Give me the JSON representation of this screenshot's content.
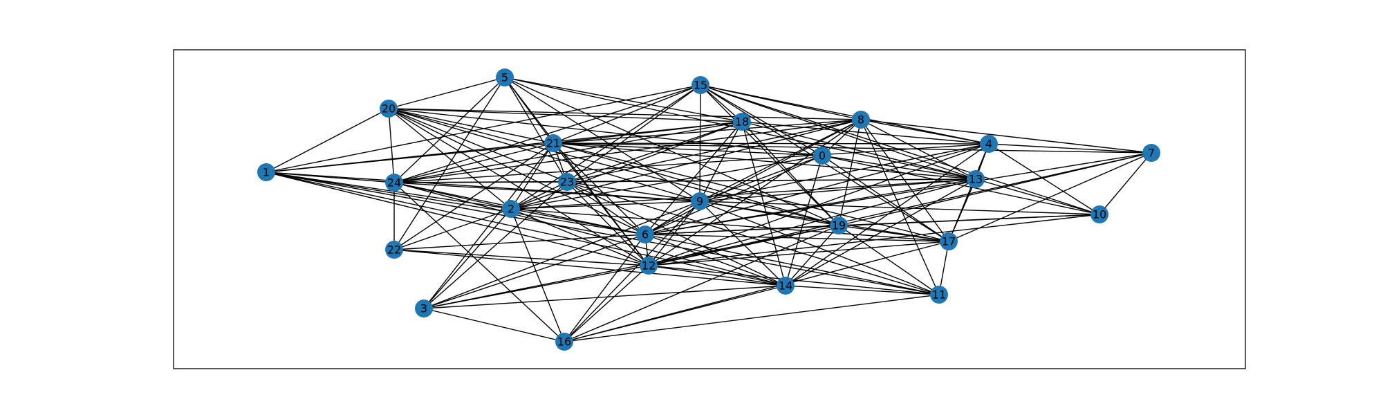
{
  "node_color": "#1f77b4",
  "edge_color": "#000000",
  "nodes": [
    "0",
    "1",
    "2",
    "3",
    "4",
    "5",
    "6",
    "7",
    "8",
    "9",
    "10",
    "11",
    "12",
    "13",
    "14",
    "15",
    "16",
    "17",
    "18",
    "19",
    "20",
    "21",
    "22",
    "23",
    "24"
  ],
  "edges": [
    [
      "1",
      "20"
    ],
    [
      "1",
      "21"
    ],
    [
      "1",
      "24"
    ],
    [
      "1",
      "15"
    ],
    [
      "1",
      "18"
    ],
    [
      "1",
      "9"
    ],
    [
      "1",
      "2"
    ],
    [
      "1",
      "6"
    ],
    [
      "1",
      "12"
    ],
    [
      "1",
      "14"
    ],
    [
      "1",
      "11"
    ],
    [
      "20",
      "5"
    ],
    [
      "20",
      "21"
    ],
    [
      "20",
      "18"
    ],
    [
      "20",
      "8"
    ],
    [
      "20",
      "0"
    ],
    [
      "20",
      "2"
    ],
    [
      "20",
      "23"
    ],
    [
      "20",
      "9"
    ],
    [
      "20",
      "6"
    ],
    [
      "20",
      "12"
    ],
    [
      "20",
      "19"
    ],
    [
      "20",
      "24"
    ],
    [
      "5",
      "21"
    ],
    [
      "5",
      "24"
    ],
    [
      "5",
      "22"
    ],
    [
      "5",
      "23"
    ],
    [
      "5",
      "18"
    ],
    [
      "5",
      "9"
    ],
    [
      "5",
      "19"
    ],
    [
      "5",
      "12"
    ],
    [
      "5",
      "13"
    ],
    [
      "15",
      "21"
    ],
    [
      "15",
      "24"
    ],
    [
      "15",
      "23"
    ],
    [
      "15",
      "2"
    ],
    [
      "15",
      "9"
    ],
    [
      "15",
      "18"
    ],
    [
      "15",
      "8"
    ],
    [
      "15",
      "4"
    ],
    [
      "15",
      "13"
    ],
    [
      "15",
      "19"
    ],
    [
      "15",
      "0"
    ],
    [
      "15",
      "10"
    ],
    [
      "15",
      "17"
    ],
    [
      "18",
      "21"
    ],
    [
      "18",
      "24"
    ],
    [
      "18",
      "23"
    ],
    [
      "18",
      "2"
    ],
    [
      "18",
      "9"
    ],
    [
      "18",
      "6"
    ],
    [
      "18",
      "14"
    ],
    [
      "18",
      "19"
    ],
    [
      "18",
      "4"
    ],
    [
      "18",
      "13"
    ],
    [
      "8",
      "21"
    ],
    [
      "8",
      "24"
    ],
    [
      "8",
      "2"
    ],
    [
      "8",
      "23"
    ],
    [
      "8",
      "9"
    ],
    [
      "8",
      "6"
    ],
    [
      "8",
      "0"
    ],
    [
      "8",
      "4"
    ],
    [
      "8",
      "7"
    ],
    [
      "8",
      "13"
    ],
    [
      "8",
      "19"
    ],
    [
      "8",
      "17"
    ],
    [
      "8",
      "11"
    ],
    [
      "8",
      "12"
    ],
    [
      "4",
      "21"
    ],
    [
      "4",
      "24"
    ],
    [
      "4",
      "9"
    ],
    [
      "4",
      "6"
    ],
    [
      "4",
      "12"
    ],
    [
      "4",
      "14"
    ],
    [
      "4",
      "13"
    ],
    [
      "4",
      "17"
    ],
    [
      "4",
      "7"
    ],
    [
      "4",
      "10"
    ],
    [
      "7",
      "21"
    ],
    [
      "7",
      "6"
    ],
    [
      "7",
      "19"
    ],
    [
      "7",
      "12"
    ],
    [
      "7",
      "10"
    ],
    [
      "7",
      "17"
    ],
    [
      "21",
      "24"
    ],
    [
      "21",
      "22"
    ],
    [
      "21",
      "23"
    ],
    [
      "21",
      "2"
    ],
    [
      "21",
      "3"
    ],
    [
      "21",
      "0"
    ],
    [
      "21",
      "13"
    ],
    [
      "21",
      "6"
    ],
    [
      "21",
      "12"
    ],
    [
      "21",
      "19"
    ],
    [
      "21",
      "17"
    ],
    [
      "0",
      "2"
    ],
    [
      "0",
      "9"
    ],
    [
      "0",
      "6"
    ],
    [
      "0",
      "14"
    ],
    [
      "0",
      "13"
    ],
    [
      "0",
      "17"
    ],
    [
      "0",
      "10"
    ],
    [
      "24",
      "23"
    ],
    [
      "24",
      "22"
    ],
    [
      "24",
      "9"
    ],
    [
      "24",
      "2"
    ],
    [
      "24",
      "6"
    ],
    [
      "24",
      "13"
    ],
    [
      "24",
      "16"
    ],
    [
      "24",
      "14"
    ],
    [
      "23",
      "2"
    ],
    [
      "23",
      "9"
    ],
    [
      "23",
      "13"
    ],
    [
      "23",
      "12"
    ],
    [
      "23",
      "6"
    ],
    [
      "23",
      "3"
    ],
    [
      "23",
      "14"
    ],
    [
      "23",
      "11"
    ],
    [
      "13",
      "2"
    ],
    [
      "13",
      "9"
    ],
    [
      "13",
      "6"
    ],
    [
      "13",
      "12"
    ],
    [
      "13",
      "14"
    ],
    [
      "13",
      "17"
    ],
    [
      "13",
      "10"
    ],
    [
      "2",
      "9"
    ],
    [
      "2",
      "6"
    ],
    [
      "2",
      "12"
    ],
    [
      "2",
      "22"
    ],
    [
      "2",
      "3"
    ],
    [
      "2",
      "16"
    ],
    [
      "2",
      "17"
    ],
    [
      "9",
      "6"
    ],
    [
      "9",
      "12"
    ],
    [
      "9",
      "14"
    ],
    [
      "9",
      "19"
    ],
    [
      "9",
      "17"
    ],
    [
      "9",
      "10"
    ],
    [
      "9",
      "16"
    ],
    [
      "9",
      "11"
    ],
    [
      "9",
      "3"
    ],
    [
      "10",
      "6"
    ],
    [
      "10",
      "12"
    ],
    [
      "10",
      "19"
    ],
    [
      "19",
      "6"
    ],
    [
      "19",
      "12"
    ],
    [
      "19",
      "17"
    ],
    [
      "19",
      "14"
    ],
    [
      "19",
      "16"
    ],
    [
      "19",
      "3"
    ],
    [
      "19",
      "11"
    ],
    [
      "6",
      "22"
    ],
    [
      "6",
      "12"
    ],
    [
      "6",
      "17"
    ],
    [
      "6",
      "3"
    ],
    [
      "6",
      "16"
    ],
    [
      "6",
      "14"
    ],
    [
      "6",
      "11"
    ],
    [
      "17",
      "12"
    ],
    [
      "17",
      "11"
    ],
    [
      "17",
      "16"
    ],
    [
      "22",
      "12"
    ],
    [
      "22",
      "14"
    ],
    [
      "12",
      "3"
    ],
    [
      "12",
      "16"
    ],
    [
      "12",
      "14"
    ],
    [
      "12",
      "11"
    ],
    [
      "14",
      "16"
    ],
    [
      "14",
      "11"
    ],
    [
      "14",
      "3"
    ],
    [
      "3",
      "16"
    ],
    [
      "11",
      "16"
    ]
  ]
}
